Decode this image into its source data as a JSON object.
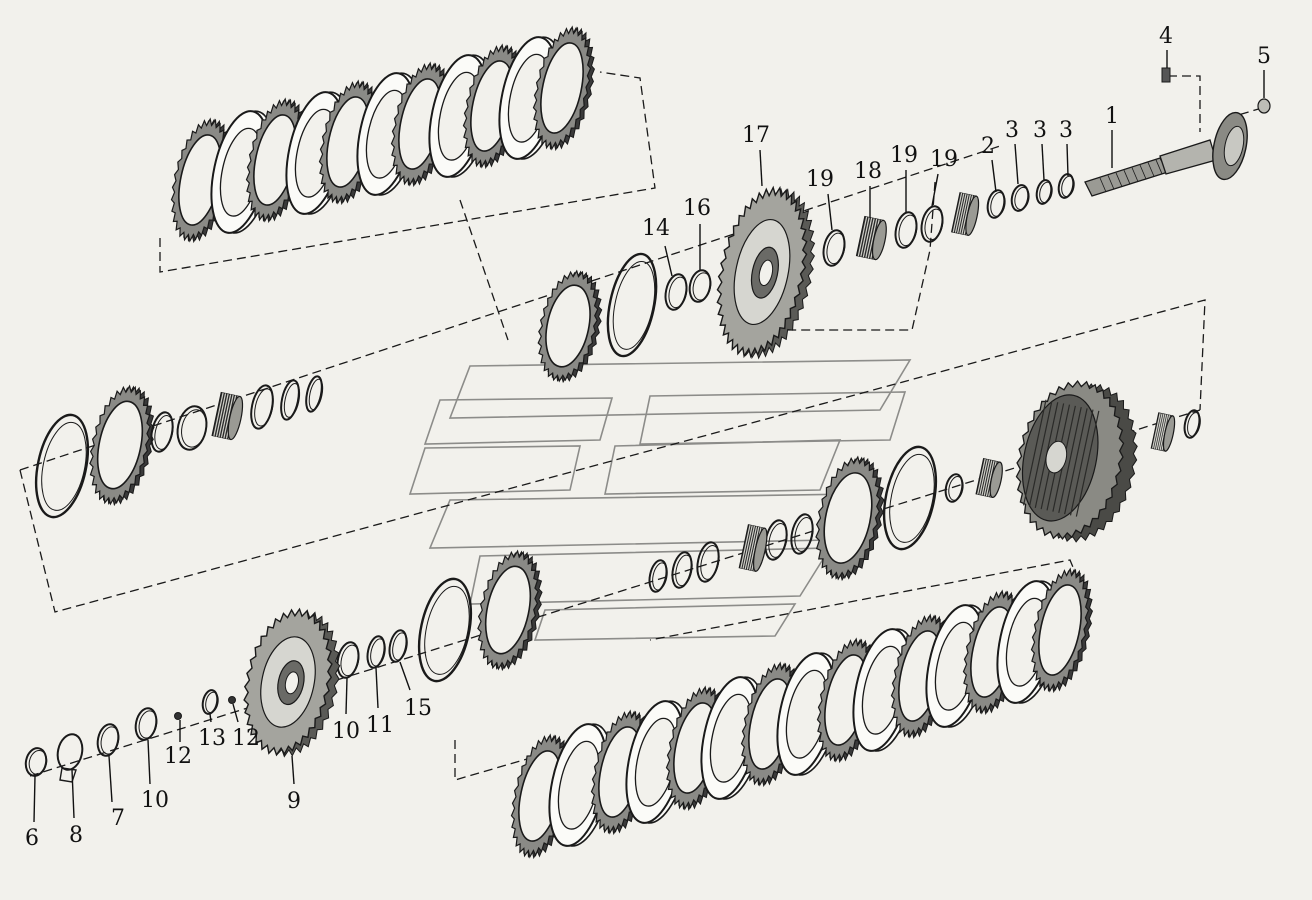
{
  "diagram": {
    "labels": [
      "1",
      "2",
      "3",
      "3",
      "3",
      "4",
      "5",
      "6",
      "7",
      "8",
      "9",
      "10",
      "10",
      "11",
      "12",
      "12",
      "13",
      "14",
      "15",
      "16",
      "17",
      "18",
      "19",
      "19",
      "19"
    ],
    "colors": {
      "background": "#f2f1ec",
      "ink": "#1a1a1a",
      "watermark": "#3a3a3a"
    }
  }
}
